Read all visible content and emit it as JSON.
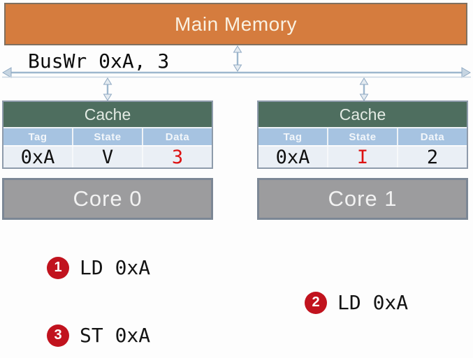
{
  "memory": {
    "label": "Main Memory"
  },
  "bus": {
    "label": "BusWr 0xA, 3"
  },
  "caches": [
    {
      "title": "Cache",
      "columns": [
        "Tag",
        "State",
        "Data"
      ],
      "row": {
        "tag": "0xA",
        "state": "V",
        "data": "3"
      },
      "highlighted_cell": "data",
      "core_label": "Core 0"
    },
    {
      "title": "Cache",
      "columns": [
        "Tag",
        "State",
        "Data"
      ],
      "row": {
        "tag": "0xA",
        "state": "I",
        "data": "2"
      },
      "highlighted_cell": "state",
      "core_label": "Core 1"
    }
  ],
  "steps": [
    {
      "num": "1",
      "label": "LD 0xA"
    },
    {
      "num": "2",
      "label": "LD 0xA"
    },
    {
      "num": "3",
      "label": "ST 0xA"
    }
  ],
  "colors": {
    "memory_orange": "#d57c3e",
    "cache_header_green": "#4e6e5f",
    "column_header_blue": "#a6c3e1",
    "core_gray": "#9c9c9e",
    "highlight_red": "#dd1212",
    "badge_red": "#c1131e",
    "bus_blue": "#9db7cd"
  }
}
